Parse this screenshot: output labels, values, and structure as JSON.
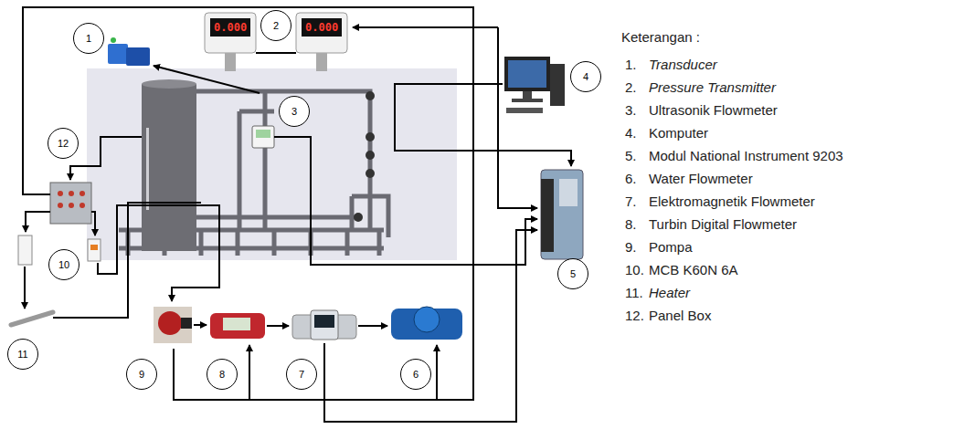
{
  "diagram": {
    "nodes": [
      {
        "text": [
          "1"
        ]
      },
      {
        "text": [
          "2"
        ]
      },
      {
        "text": [
          "3"
        ]
      },
      {
        "text": [
          "4"
        ]
      },
      {
        "text": [
          "5"
        ]
      },
      {
        "text": [
          "6"
        ]
      },
      {
        "text": [
          "7"
        ]
      },
      {
        "text": [
          "8"
        ]
      },
      {
        "text": [
          "9"
        ]
      },
      {
        "text": [
          "10"
        ]
      },
      {
        "text": [
          "11"
        ]
      },
      {
        "text": [
          "12"
        ]
      }
    ],
    "labels": [
      "Keterangan :",
      "1.",
      "Transducer",
      "2.",
      "Pressure Transmitter",
      "3.",
      "Ultrasonik Flowmeter",
      "4.",
      "Komputer",
      "5.",
      "Modul National Instrument 9203",
      "6.",
      "Water Flowmeter",
      "7.",
      "Elektromagnetik Flowmeter",
      "8.",
      "Turbin Digital Flowmeter",
      "9.",
      "Pompa",
      "10.",
      "MCB K60N 6A",
      "11.",
      "Heater",
      "12.",
      "Panel Box",
      "0.000",
      "0.000"
    ]
  }
}
